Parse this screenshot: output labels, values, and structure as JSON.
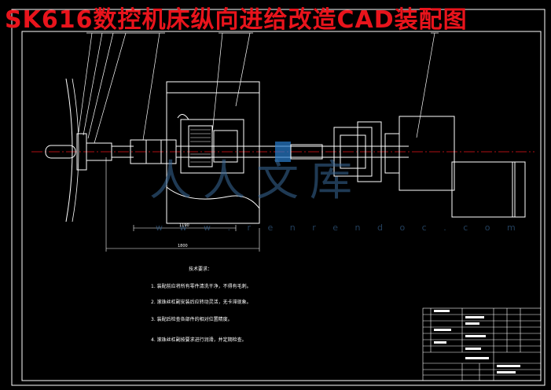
{
  "title": "SK616数控机床纵向进给改造CAD装配图",
  "watermark": {
    "text": "人人文库",
    "url": "w w w . r e n r e n d o c . c o m"
  },
  "notes": {
    "heading": "技术要求：",
    "items": [
      "1. 装配前应将所有零件清洗干净，不得有毛刺。",
      "2. 滚珠丝杠副安装后应转动灵活，无卡滞现象。",
      "3. 装配后检查各部件的相对位置精度。",
      "4. 滚珠丝杠副按要求进行润滑，并定期检查。"
    ]
  },
  "dimensions": {
    "d1": "1190",
    "d2": "1800"
  },
  "colors": {
    "background": "#000000",
    "title": "#e8141c",
    "lines": "#ffffff",
    "centerline": "#e8141c",
    "highlight": "#2a7fd0"
  }
}
